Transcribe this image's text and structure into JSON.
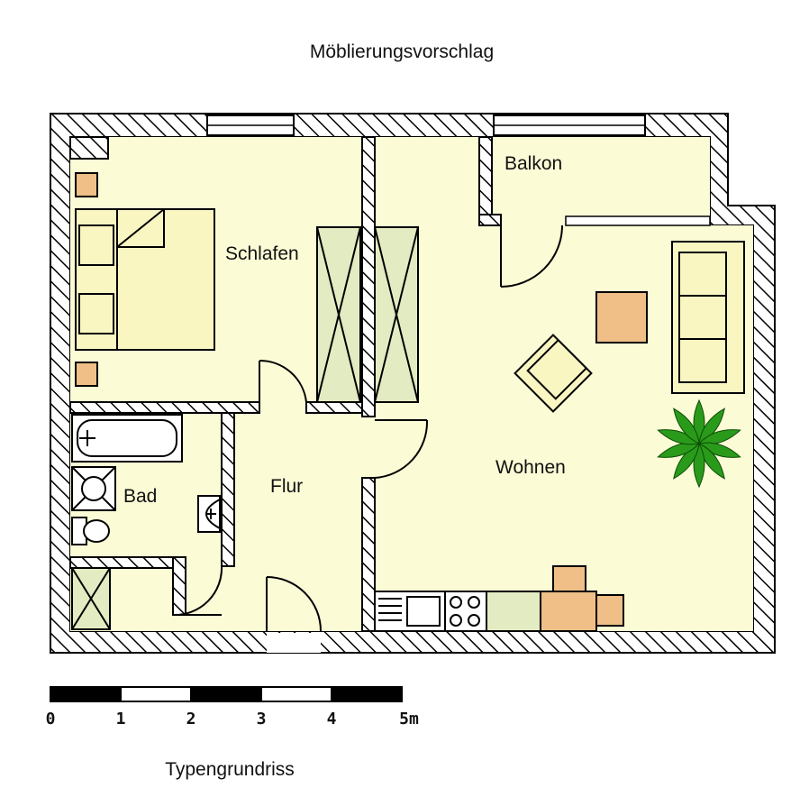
{
  "title": "Möblierungsvorschlag",
  "caption": "Typengrundriss",
  "rooms": {
    "schlafen": "Schlafen",
    "balkon": "Balkon",
    "wohnen": "Wohnen",
    "bad": "Bad",
    "flur": "Flur"
  },
  "scale": {
    "ticks": [
      "0",
      "1",
      "2",
      "3",
      "4",
      "5m"
    ],
    "segments": 5
  },
  "colors": {
    "floor": "#fbfbd6",
    "wall_fill": "#ffffff",
    "wall_stroke": "#000000",
    "furniture_cream": "#f9f6c2",
    "wardrobe": "#e3ebc2",
    "table": "#efbf87",
    "plant": "#2a9a1a"
  }
}
